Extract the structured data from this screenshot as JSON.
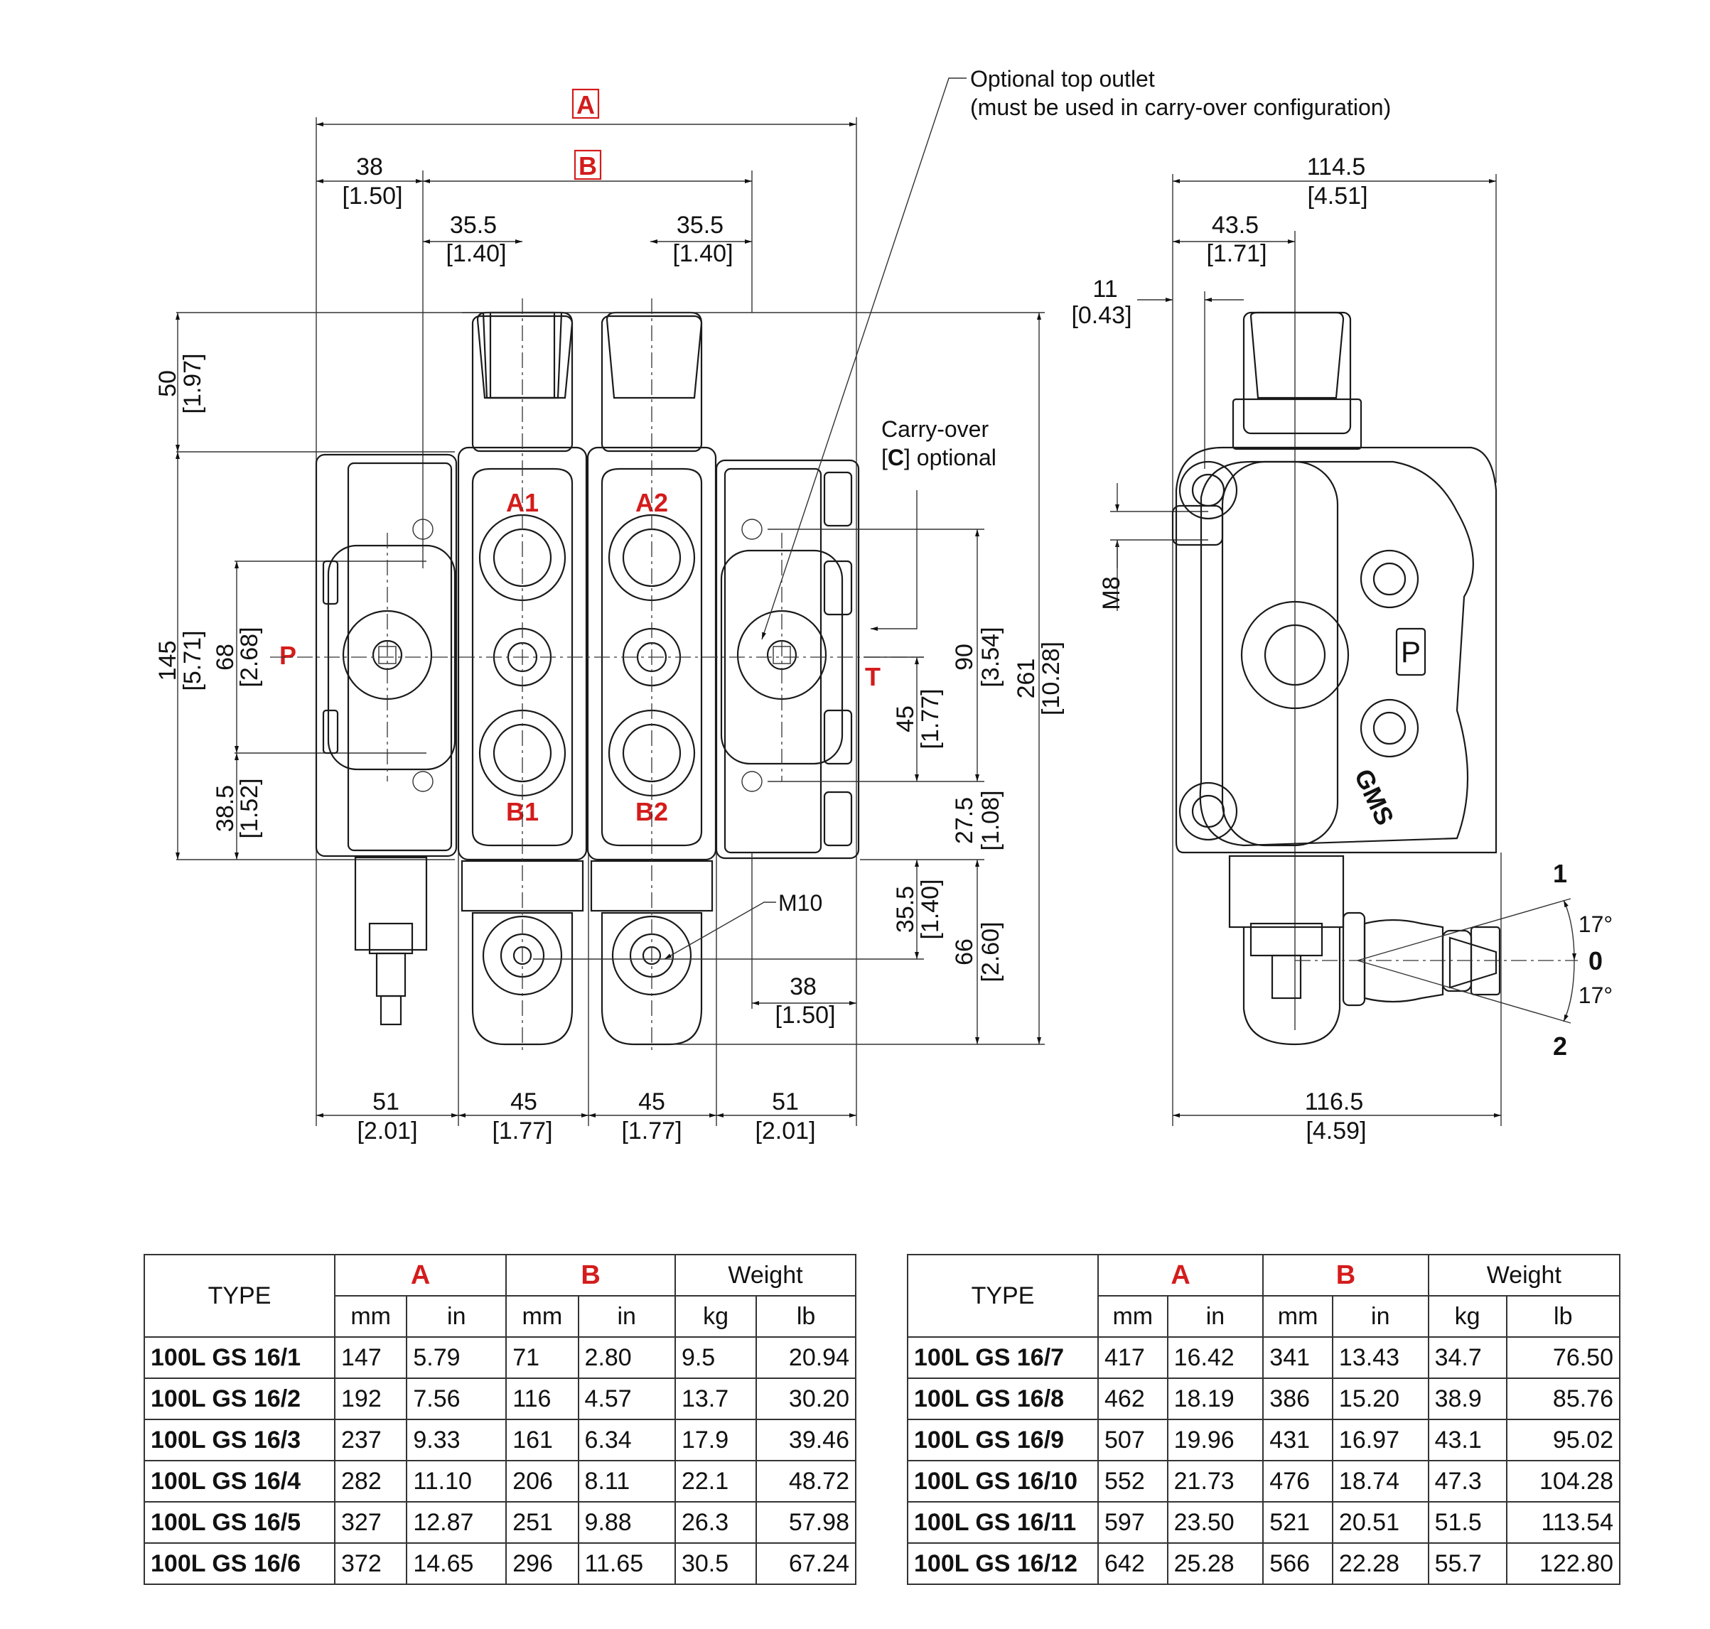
{
  "front_view": {
    "dim_A": "A",
    "dim_B": "B",
    "top_outlet_note_1": "Optional top outlet",
    "top_outlet_note_2": "(must be used in carry-over configuration)",
    "carry_over_1": "Carry-over",
    "carry_over_2_bracket_open": "[",
    "carry_over_2_C": "C",
    "carry_over_2_rest": "] optional",
    "port_labels": {
      "A1": "A1",
      "A2": "A2",
      "B1": "B1",
      "B2": "B2",
      "P": "P",
      "T": "T"
    },
    "thread_M10": "M10",
    "dims": {
      "d38_top": "38",
      "d38_top_in": "[1.50]",
      "d35_5_l": "35.5",
      "d35_5_l_in": "[1.40]",
      "d35_5_r": "35.5",
      "d35_5_r_in": "[1.40]",
      "d50": "50",
      "d50_in": "[1.97]",
      "d145": "145",
      "d145_in": "[5.71]",
      "d68": "68",
      "d68_in": "[2.68]",
      "d38_5": "38.5",
      "d38_5_in": "[1.52]",
      "d90": "90",
      "d90_in": "[3.54]",
      "d261": "261",
      "d261_in": "[10.28]",
      "d45_v": "45",
      "d45_v_in": "[1.77]",
      "d27_5": "27.5",
      "d27_5_in": "[1.08]",
      "d35_5_v": "35.5",
      "d35_5_v_in": "[1.40]",
      "d66": "66",
      "d66_in": "[2.60]",
      "d38_b": "38",
      "d38_b_in": "[1.50]",
      "d51_l": "51",
      "d51_l_in": "[2.01]",
      "d45_a": "45",
      "d45_a_in": "[1.77]",
      "d45_b": "45",
      "d45_b_in": "[1.77]",
      "d51_r": "51",
      "d51_r_in": "[2.01]"
    }
  },
  "side_view": {
    "dims": {
      "d114_5": "114.5",
      "d114_5_in": "[4.51]",
      "d43_5": "43.5",
      "d43_5_in": "[1.71]",
      "d11": "11",
      "d11_in": "[0.43]",
      "d116_5": "116.5",
      "d116_5_in": "[4.59]"
    },
    "thread_M8": "M8",
    "port_mark": "P",
    "brand": "GMS",
    "lever_positions": {
      "pos1": "1",
      "pos0": "0",
      "pos2": "2",
      "angle_up": "17°",
      "angle_down": "17°"
    }
  },
  "tables": {
    "headers": {
      "type": "TYPE",
      "A": "A",
      "B": "B",
      "weight": "Weight",
      "mm": "mm",
      "in": "in",
      "kg": "kg",
      "lb": "lb"
    },
    "left": [
      {
        "type": "100L GS 16/1",
        "a_mm": "147",
        "a_in": "5.79",
        "b_mm": "71",
        "b_in": "2.80",
        "kg": "9.5",
        "lb": "20.94"
      },
      {
        "type": "100L GS 16/2",
        "a_mm": "192",
        "a_in": "7.56",
        "b_mm": "116",
        "b_in": "4.57",
        "kg": "13.7",
        "lb": "30.20"
      },
      {
        "type": "100L GS 16/3",
        "a_mm": "237",
        "a_in": "9.33",
        "b_mm": "161",
        "b_in": "6.34",
        "kg": "17.9",
        "lb": "39.46"
      },
      {
        "type": "100L GS 16/4",
        "a_mm": "282",
        "a_in": "11.10",
        "b_mm": "206",
        "b_in": "8.11",
        "kg": "22.1",
        "lb": "48.72"
      },
      {
        "type": "100L GS 16/5",
        "a_mm": "327",
        "a_in": "12.87",
        "b_mm": "251",
        "b_in": "9.88",
        "kg": "26.3",
        "lb": "57.98"
      },
      {
        "type": "100L GS 16/6",
        "a_mm": "372",
        "a_in": "14.65",
        "b_mm": "296",
        "b_in": "11.65",
        "kg": "30.5",
        "lb": "67.24"
      }
    ],
    "right": [
      {
        "type": "100L GS 16/7",
        "a_mm": "417",
        "a_in": "16.42",
        "b_mm": "341",
        "b_in": "13.43",
        "kg": "34.7",
        "lb": "76.50"
      },
      {
        "type": "100L GS 16/8",
        "a_mm": "462",
        "a_in": "18.19",
        "b_mm": "386",
        "b_in": "15.20",
        "kg": "38.9",
        "lb": "85.76"
      },
      {
        "type": "100L GS 16/9",
        "a_mm": "507",
        "a_in": "19.96",
        "b_mm": "431",
        "b_in": "16.97",
        "kg": "43.1",
        "lb": "95.02"
      },
      {
        "type": "100L GS 16/10",
        "a_mm": "552",
        "a_in": "21.73",
        "b_mm": "476",
        "b_in": "18.74",
        "kg": "47.3",
        "lb": "104.28"
      },
      {
        "type": "100L GS 16/11",
        "a_mm": "597",
        "a_in": "23.50",
        "b_mm": "521",
        "b_in": "20.51",
        "kg": "51.5",
        "lb": "113.54"
      },
      {
        "type": "100L GS 16/12",
        "a_mm": "642",
        "a_in": "25.28",
        "b_mm": "566",
        "b_in": "22.28",
        "kg": "55.7",
        "lb": "122.80"
      }
    ]
  }
}
